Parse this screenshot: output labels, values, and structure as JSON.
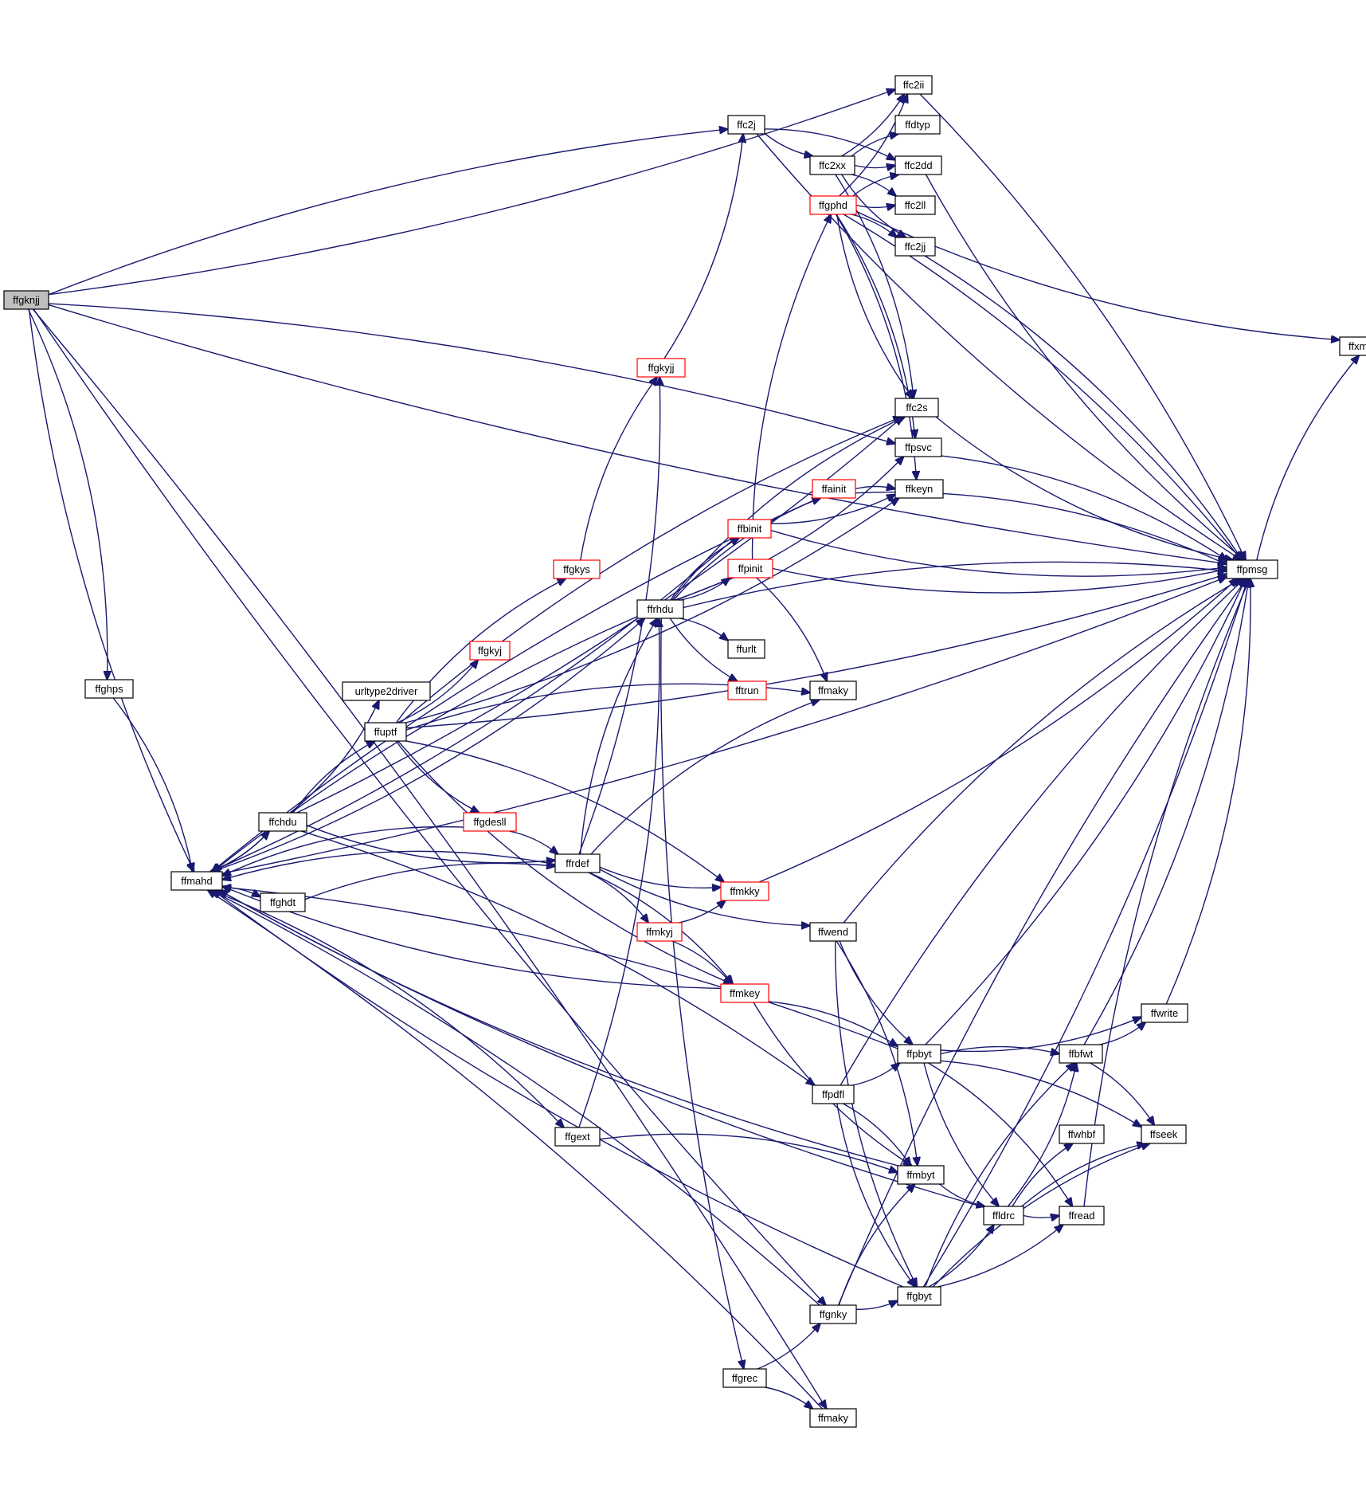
{
  "graph": {
    "edge_color": "#191970",
    "root_fill": "#bfbfbf",
    "node_stroke": "#000000",
    "truncated_stroke": "#ff0000",
    "nodes": [
      {
        "id": "ffgknjj",
        "label": "ffgknjj",
        "root": true
      },
      {
        "id": "ffghps",
        "label": "ffghps"
      },
      {
        "id": "ffmahd",
        "label": "ffmahd"
      },
      {
        "id": "ffchdu",
        "label": "ffchdu"
      },
      {
        "id": "ffghdt",
        "label": "ffghdt"
      },
      {
        "id": "urltype2driver",
        "label": "urltype2driver"
      },
      {
        "id": "ffuptf",
        "label": "ffuptf"
      },
      {
        "id": "ffgkyj",
        "label": "ffgkyj",
        "truncated": true
      },
      {
        "id": "ffgkys",
        "label": "ffgkys",
        "truncated": true
      },
      {
        "id": "ffgdesll",
        "label": "ffgdesll",
        "truncated": true
      },
      {
        "id": "ffrdef",
        "label": "ffrdef"
      },
      {
        "id": "ffgkyjj",
        "label": "ffgkyjj",
        "truncated": true
      },
      {
        "id": "ffrhdu",
        "label": "ffrhdu"
      },
      {
        "id": "ffmkyj",
        "label": "ffmkyj",
        "truncated": true
      },
      {
        "id": "ffmkky",
        "label": "ffmkky",
        "truncated": true
      },
      {
        "id": "ffmkey",
        "label": "ffmkey",
        "truncated": true
      },
      {
        "id": "ffgext",
        "label": "ffgext"
      },
      {
        "id": "ffgrec",
        "label": "ffgrec"
      },
      {
        "id": "ffc2j",
        "label": "ffc2j"
      },
      {
        "id": "ffbinit",
        "label": "ffbinit",
        "truncated": true
      },
      {
        "id": "ffpinit",
        "label": "ffpinit",
        "truncated": true
      },
      {
        "id": "ffurlt",
        "label": "ffurlt"
      },
      {
        "id": "fftrun",
        "label": "fftrun",
        "truncated": true
      },
      {
        "id": "ffc2xx",
        "label": "ffc2xx"
      },
      {
        "id": "ffgphd",
        "label": "ffgphd",
        "truncated": true
      },
      {
        "id": "ffainit",
        "label": "ffainit",
        "truncated": true
      },
      {
        "id": "ffmaky",
        "label": "ffmaky"
      },
      {
        "id": "ffwend",
        "label": "ffwend"
      },
      {
        "id": "ffpdfl",
        "label": "ffpdfl"
      },
      {
        "id": "ffgnky",
        "label": "ffgnky"
      },
      {
        "id": "ffmaky2",
        "label": "ffmaky"
      },
      {
        "id": "ffc2ii",
        "label": "ffc2ii"
      },
      {
        "id": "ffdtyp",
        "label": "ffdtyp"
      },
      {
        "id": "ffc2dd",
        "label": "ffc2dd"
      },
      {
        "id": "ffc2ll",
        "label": "ffc2ll"
      },
      {
        "id": "ffc2jj",
        "label": "ffc2jj"
      },
      {
        "id": "ffc2s",
        "label": "ffc2s"
      },
      {
        "id": "ffpsvc",
        "label": "ffpsvc"
      },
      {
        "id": "ffkeyn",
        "label": "ffkeyn"
      },
      {
        "id": "ffpbyt",
        "label": "ffpbyt"
      },
      {
        "id": "ffmbyt",
        "label": "ffmbyt"
      },
      {
        "id": "ffgbyt",
        "label": "ffgbyt"
      },
      {
        "id": "ffldrc",
        "label": "ffldrc"
      },
      {
        "id": "ffbfwt",
        "label": "ffbfwt"
      },
      {
        "id": "ffwhbf",
        "label": "ffwhbf"
      },
      {
        "id": "ffread",
        "label": "ffread"
      },
      {
        "id": "ffwrite",
        "label": "ffwrite"
      },
      {
        "id": "ffseek",
        "label": "ffseek"
      },
      {
        "id": "ffpmsg",
        "label": "ffpmsg"
      },
      {
        "id": "ffxmsg",
        "label": "ffxmsg"
      }
    ],
    "edges": [
      [
        "ffgknjj",
        "ffghps"
      ],
      [
        "ffgknjj",
        "ffmahd"
      ],
      [
        "ffgknjj",
        "ffc2j"
      ],
      [
        "ffgknjj",
        "ffc2ii"
      ],
      [
        "ffgknjj",
        "ffpsvc"
      ],
      [
        "ffgknjj",
        "ffgnky"
      ],
      [
        "ffgknjj",
        "ffmaky2"
      ],
      [
        "ffgknjj",
        "ffpmsg"
      ],
      [
        "ffghps",
        "ffmahd"
      ],
      [
        "ffmahd",
        "ffchdu"
      ],
      [
        "ffmahd",
        "ffghdt"
      ],
      [
        "ffmahd",
        "ffrhdu"
      ],
      [
        "ffmahd",
        "ffgext"
      ],
      [
        "ffmahd",
        "ffpmsg"
      ],
      [
        "ffchdu",
        "ffmahd"
      ],
      [
        "ffchdu",
        "urltype2driver"
      ],
      [
        "ffchdu",
        "ffuptf"
      ],
      [
        "ffchdu",
        "ffrdef"
      ],
      [
        "ffchdu",
        "ffpdfl"
      ],
      [
        "ffchdu",
        "ffc2s"
      ],
      [
        "ffghdt",
        "ffrdef"
      ],
      [
        "ffuptf",
        "ffgkyj"
      ],
      [
        "ffuptf",
        "ffgkys"
      ],
      [
        "ffuptf",
        "ffgdesll"
      ],
      [
        "ffuptf",
        "ffmkky"
      ],
      [
        "ffuptf",
        "ffmkey"
      ],
      [
        "ffuptf",
        "ffmaky"
      ],
      [
        "ffuptf",
        "ffpmsg"
      ],
      [
        "ffuptf",
        "ffc2s"
      ],
      [
        "ffuptf",
        "ffkeyn"
      ],
      [
        "ffgkys",
        "ffgkyjj"
      ],
      [
        "ffgdesll",
        "ffmahd"
      ],
      [
        "ffgdesll",
        "ffrdef"
      ],
      [
        "ffrdef",
        "ffmahd"
      ],
      [
        "ffrdef",
        "ffrhdu"
      ],
      [
        "ffrdef",
        "ffgkyjj"
      ],
      [
        "ffrdef",
        "ffmkyj"
      ],
      [
        "ffrdef",
        "ffmkky"
      ],
      [
        "ffrdef",
        "ffmkey"
      ],
      [
        "ffrdef",
        "ffwend"
      ],
      [
        "ffrdef",
        "ffmaky"
      ],
      [
        "ffgkyjj",
        "ffc2j"
      ],
      [
        "ffrhdu",
        "ffbinit"
      ],
      [
        "ffrhdu",
        "ffpinit"
      ],
      [
        "ffrhdu",
        "ffurlt"
      ],
      [
        "ffrhdu",
        "fftrun"
      ],
      [
        "ffrhdu",
        "ffainit"
      ],
      [
        "ffrhdu",
        "ffgrec"
      ],
      [
        "ffrhdu",
        "ffc2s"
      ],
      [
        "ffrhdu",
        "ffpsvc"
      ],
      [
        "ffrhdu",
        "ffpmsg"
      ],
      [
        "ffmkyj",
        "ffmkky"
      ],
      [
        "ffmkyj",
        "ffmkey"
      ],
      [
        "ffmkky",
        "ffpmsg"
      ],
      [
        "ffmkey",
        "ffmahd"
      ],
      [
        "ffmkey",
        "ffmbyt"
      ],
      [
        "ffmkey",
        "ffpbyt"
      ],
      [
        "ffgext",
        "ffrhdu"
      ],
      [
        "ffgext",
        "ffmbyt"
      ],
      [
        "ffgrec",
        "ffgnky"
      ],
      [
        "ffgrec",
        "ffmaky2"
      ],
      [
        "ffc2j",
        "ffc2xx"
      ],
      [
        "ffc2j",
        "ffc2dd"
      ],
      [
        "ffc2j",
        "ffpmsg"
      ],
      [
        "ffc2xx",
        "ffdtyp"
      ],
      [
        "ffc2xx",
        "ffc2dd"
      ],
      [
        "ffc2xx",
        "ffc2ll"
      ],
      [
        "ffc2xx",
        "ffc2jj"
      ],
      [
        "ffc2xx",
        "ffc2s"
      ],
      [
        "ffc2xx",
        "ffc2ii"
      ],
      [
        "ffgphd",
        "ffc2dd"
      ],
      [
        "ffgphd",
        "ffc2ll"
      ],
      [
        "ffgphd",
        "ffc2jj"
      ],
      [
        "ffgphd",
        "ffc2s"
      ],
      [
        "ffgphd",
        "ffkeyn"
      ],
      [
        "ffgphd",
        "ffc2ii"
      ],
      [
        "ffgphd",
        "ffpmsg"
      ],
      [
        "ffgphd",
        "ffxmsg"
      ],
      [
        "ffgphd",
        "ffpsvc"
      ],
      [
        "ffbinit",
        "ffkeyn"
      ],
      [
        "ffbinit",
        "ffmahd"
      ],
      [
        "ffbinit",
        "ffpmsg"
      ],
      [
        "ffpinit",
        "ffgphd"
      ],
      [
        "ffpinit",
        "ffmahd"
      ],
      [
        "ffpinit",
        "ffmaky"
      ],
      [
        "ffpinit",
        "ffpmsg"
      ],
      [
        "ffainit",
        "ffkeyn"
      ],
      [
        "ffainit",
        "ffmahd"
      ],
      [
        "ffainit",
        "ffpmsg"
      ],
      [
        "ffwend",
        "ffpbyt"
      ],
      [
        "ffwend",
        "ffmbyt"
      ],
      [
        "ffwend",
        "ffgbyt"
      ],
      [
        "ffwend",
        "ffpmsg"
      ],
      [
        "ffpdfl",
        "ffpbyt"
      ],
      [
        "ffpdfl",
        "ffmbyt"
      ],
      [
        "ffpdfl",
        "ffgbyt"
      ],
      [
        "ffpdfl",
        "ffpmsg"
      ],
      [
        "ffgnky",
        "ffgbyt"
      ],
      [
        "ffgnky",
        "ffmbyt"
      ],
      [
        "ffgnky",
        "ffmahd"
      ],
      [
        "ffgnky",
        "ffpmsg"
      ],
      [
        "ffmaky2",
        "ffmahd"
      ],
      [
        "ffc2ii",
        "ffpmsg"
      ],
      [
        "ffc2dd",
        "ffpmsg"
      ],
      [
        "ffc2jj",
        "ffpmsg"
      ],
      [
        "ffc2s",
        "ffpmsg"
      ],
      [
        "ffpsvc",
        "ffpmsg"
      ],
      [
        "ffpbyt",
        "ffmahd"
      ],
      [
        "ffpbyt",
        "ffbfwt"
      ],
      [
        "ffpbyt",
        "ffwrite"
      ],
      [
        "ffpbyt",
        "ffseek"
      ],
      [
        "ffpbyt",
        "ffldrc"
      ],
      [
        "ffpbyt",
        "ffread"
      ],
      [
        "ffpbyt",
        "ffpmsg"
      ],
      [
        "ffmbyt",
        "ffmahd"
      ],
      [
        "ffmbyt",
        "ffldrc"
      ],
      [
        "ffgbyt",
        "ffmahd"
      ],
      [
        "ffgbyt",
        "ffldrc"
      ],
      [
        "ffgbyt",
        "ffbfwt"
      ],
      [
        "ffgbyt",
        "ffread"
      ],
      [
        "ffgbyt",
        "ffseek"
      ],
      [
        "ffgbyt",
        "ffpmsg"
      ],
      [
        "ffldrc",
        "ffmahd"
      ],
      [
        "ffldrc",
        "ffbfwt"
      ],
      [
        "ffldrc",
        "ffwhbf"
      ],
      [
        "ffldrc",
        "ffread"
      ],
      [
        "ffldrc",
        "ffseek"
      ],
      [
        "ffbfwt",
        "ffwrite"
      ],
      [
        "ffbfwt",
        "ffseek"
      ],
      [
        "ffbfwt",
        "ffpmsg"
      ],
      [
        "ffread",
        "ffpmsg"
      ],
      [
        "ffwrite",
        "ffpmsg"
      ],
      [
        "ffpmsg",
        "ffxmsg"
      ]
    ]
  }
}
